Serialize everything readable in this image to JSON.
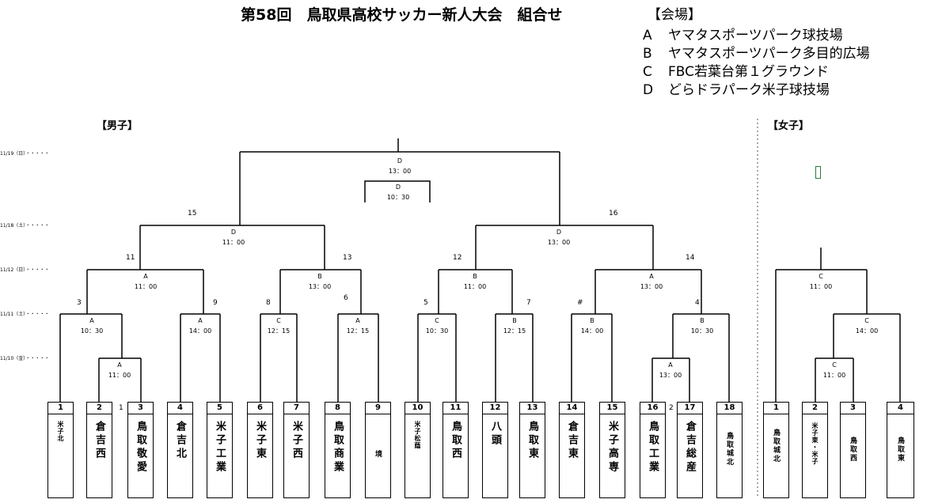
{
  "title": "第58回　鳥取県高校サッカー新人大会　組合せ",
  "venues": {
    "heading": "【会場】",
    "items": [
      {
        "key": "A",
        "name": "ヤマタスポーツパーク球技場"
      },
      {
        "key": "B",
        "name": "ヤマタスポーツパーク多目的広場"
      },
      {
        "key": "C",
        "name": "FBC若葉台第１グラウンド"
      },
      {
        "key": "D",
        "name": "どらドラパーク米子球技場"
      }
    ]
  },
  "sections": {
    "boys": "【男子】",
    "girls": "【女子】"
  },
  "dates": [
    "11/19（日）・・・・・",
    "11/18（土）・・・・・",
    "11/12（日）・・・・・",
    "11/11（土）・・・・・",
    "11/10（金）・・・・・"
  ],
  "boys": {
    "teams": [
      {
        "num": "1",
        "name": "米子北"
      },
      {
        "num": "2",
        "name": "倉吉西"
      },
      {
        "num": "3",
        "name": "鳥取敬愛"
      },
      {
        "num": "4",
        "name": "倉吉北"
      },
      {
        "num": "5",
        "name": "米子工業"
      },
      {
        "num": "6",
        "name": "米子東"
      },
      {
        "num": "7",
        "name": "米子西"
      },
      {
        "num": "8",
        "name": "鳥取商業"
      },
      {
        "num": "9",
        "name": "境"
      },
      {
        "num": "10",
        "name": "米子松蔭"
      },
      {
        "num": "11",
        "name": "鳥取西"
      },
      {
        "num": "12",
        "name": "八頭"
      },
      {
        "num": "13",
        "name": "鳥取東"
      },
      {
        "num": "14",
        "name": "倉吉東"
      },
      {
        "num": "15",
        "name": "米子高専"
      },
      {
        "num": "16",
        "name": "鳥取工業"
      },
      {
        "num": "17",
        "name": "倉吉総産"
      },
      {
        "num": "18",
        "name": "鳥取城北"
      }
    ],
    "matches": {
      "final": {
        "venue": "D",
        "time": "13：00"
      },
      "third": {
        "venue": "D",
        "time": "10：30"
      },
      "m15": {
        "venue": "D",
        "time": "11：00",
        "no": "15"
      },
      "m16": {
        "venue": "D",
        "time": "13：00",
        "no": "16"
      },
      "m11": {
        "venue": "A",
        "time": "11：00",
        "no": "11"
      },
      "m13": {
        "venue": "B",
        "time": "13：00",
        "no": "13"
      },
      "m12": {
        "venue": "B",
        "time": "11：00",
        "no": "12"
      },
      "m14": {
        "venue": "A",
        "time": "13：00",
        "no": "14"
      },
      "m3": {
        "venue": "A",
        "time": "10：30",
        "no": "3"
      },
      "m9": {
        "venue": "A",
        "time": "14：00",
        "no": "9"
      },
      "m8": {
        "venue": "C",
        "time": "12：15",
        "no": "8"
      },
      "m6": {
        "venue": "A",
        "time": "12：15",
        "no": "6"
      },
      "m5": {
        "venue": "C",
        "time": "10：30",
        "no": "5"
      },
      "m7": {
        "venue": "B",
        "time": "12：15",
        "no": "7"
      },
      "m10": {
        "venue": "B",
        "time": "14：00",
        "no": "#"
      },
      "m4": {
        "venue": "B",
        "time": "10：30",
        "no": "4"
      },
      "m1": {
        "venue": "A",
        "time": "11：00",
        "no": "1"
      },
      "m2": {
        "venue": "A",
        "time": "13：00",
        "no": "2"
      }
    }
  },
  "girls": {
    "teams": [
      {
        "num": "1",
        "name": "鳥取城北"
      },
      {
        "num": "2",
        "name": "米子東・米子"
      },
      {
        "num": "3",
        "name": "鳥取西"
      },
      {
        "num": "4",
        "name": "鳥取東"
      }
    ],
    "matches": {
      "g_final": {
        "venue": "C",
        "time": "11：00"
      },
      "g_semi": {
        "venue": "C",
        "time": "14：00"
      },
      "g_first": {
        "venue": "C",
        "time": "11：00"
      }
    }
  }
}
